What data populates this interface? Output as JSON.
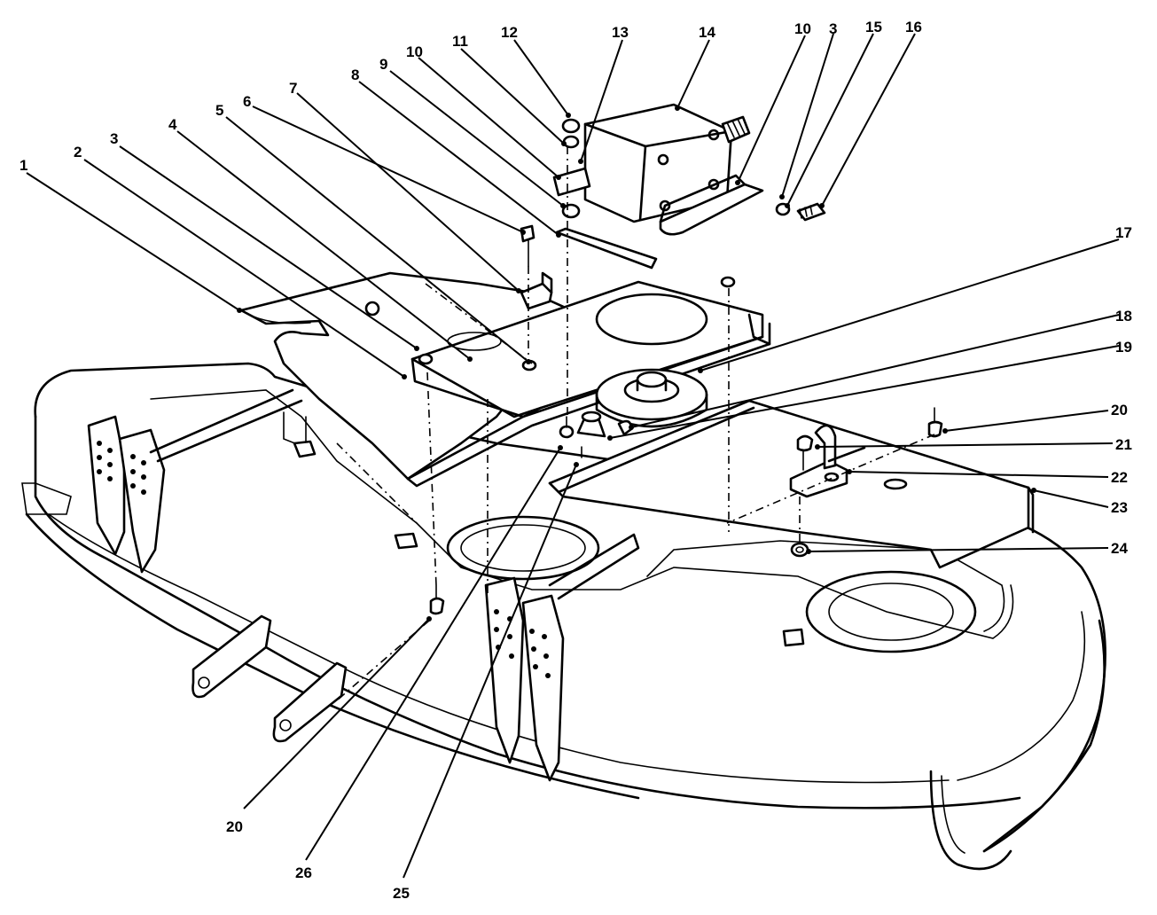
{
  "callouts": [
    {
      "id": "c1",
      "label": "1"
    },
    {
      "id": "c2",
      "label": "2"
    },
    {
      "id": "c3a",
      "label": "3"
    },
    {
      "id": "c4",
      "label": "4"
    },
    {
      "id": "c5",
      "label": "5"
    },
    {
      "id": "c6",
      "label": "6"
    },
    {
      "id": "c7",
      "label": "7"
    },
    {
      "id": "c8",
      "label": "8"
    },
    {
      "id": "c9",
      "label": "9"
    },
    {
      "id": "c10a",
      "label": "10"
    },
    {
      "id": "c11",
      "label": "11"
    },
    {
      "id": "c12",
      "label": "12"
    },
    {
      "id": "c13",
      "label": "13"
    },
    {
      "id": "c14",
      "label": "14"
    },
    {
      "id": "c10b",
      "label": "10"
    },
    {
      "id": "c3b",
      "label": "3"
    },
    {
      "id": "c15",
      "label": "15"
    },
    {
      "id": "c16",
      "label": "16"
    },
    {
      "id": "c17",
      "label": "17"
    },
    {
      "id": "c18",
      "label": "18"
    },
    {
      "id": "c19",
      "label": "19"
    },
    {
      "id": "c20a",
      "label": "20"
    },
    {
      "id": "c21",
      "label": "21"
    },
    {
      "id": "c22",
      "label": "22"
    },
    {
      "id": "c23",
      "label": "23"
    },
    {
      "id": "c24",
      "label": "24"
    },
    {
      "id": "c20b",
      "label": "20"
    },
    {
      "id": "c26",
      "label": "26"
    },
    {
      "id": "c25",
      "label": "25"
    }
  ]
}
